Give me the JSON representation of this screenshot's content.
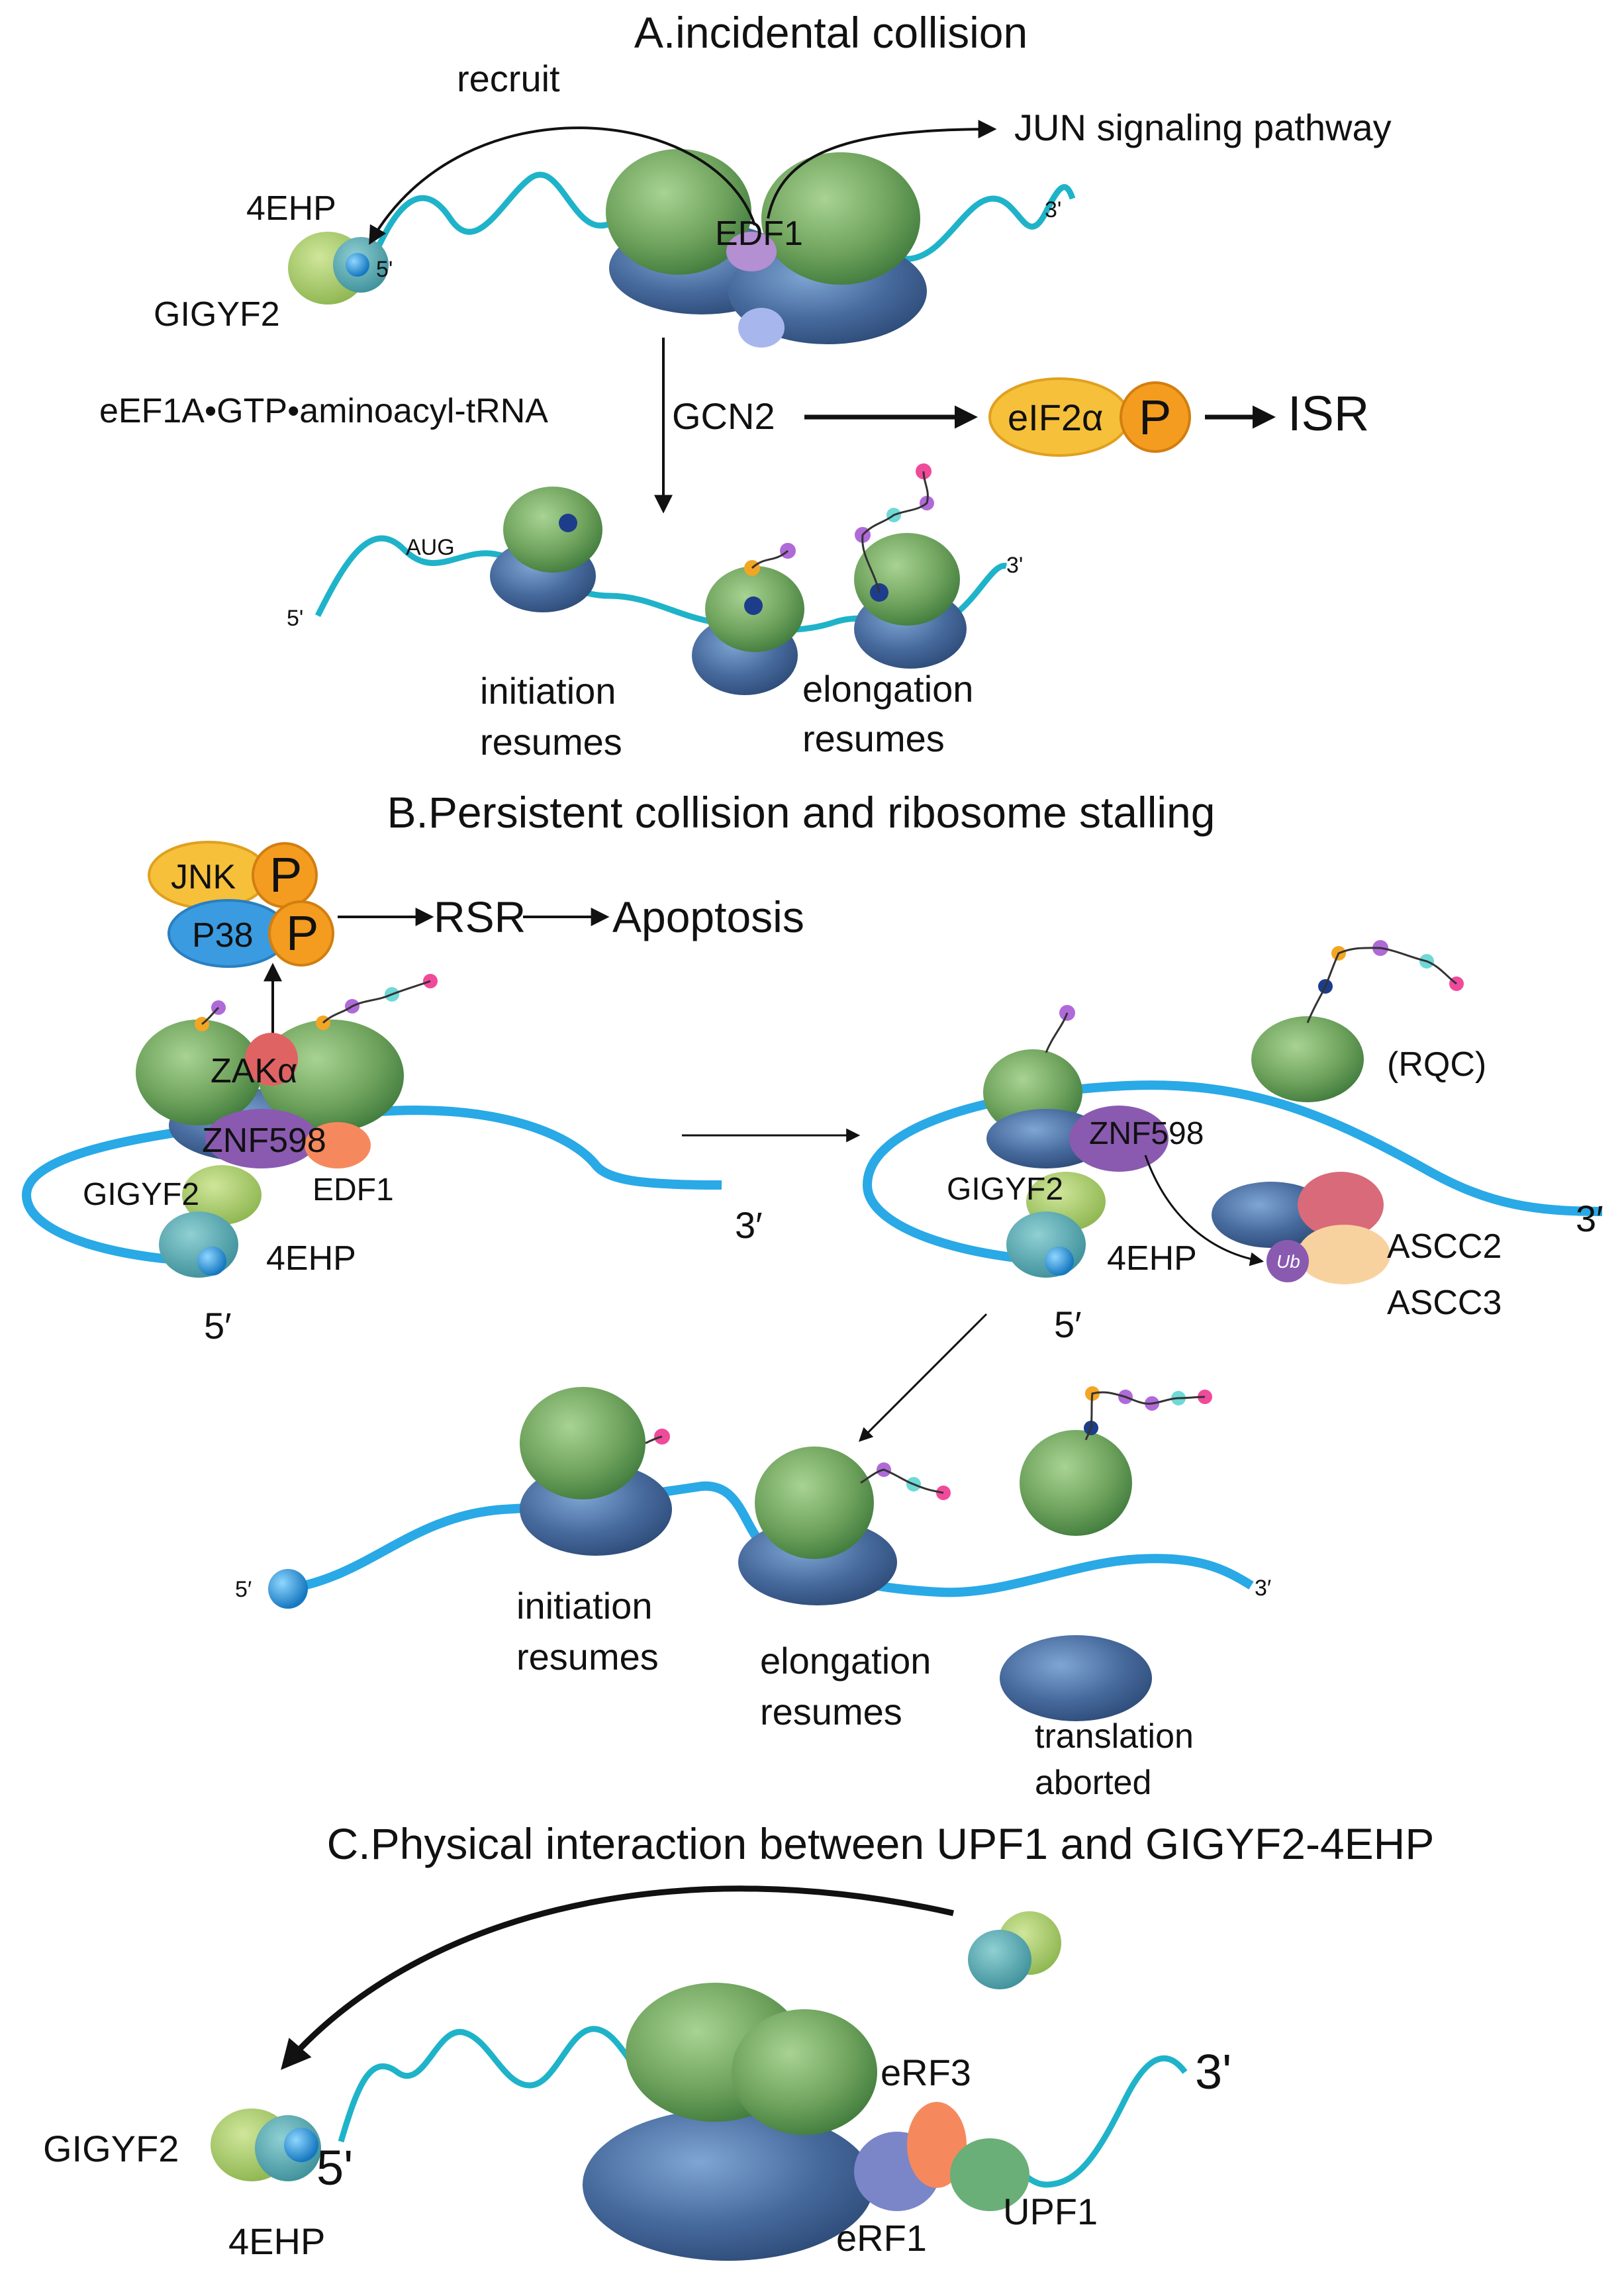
{
  "panel_a": {
    "title": "A.incidental collision",
    "recruit": "recruit",
    "jun": "JUN signaling pathway",
    "edf1": "EDF1",
    "fourehp": "4EHP",
    "gigyf2": "GIGYF2",
    "five": "5'",
    "three": "3'",
    "eef1a": "eEF1A•GTP•aminoacyl-tRNA",
    "gcn2": "GCN2",
    "eif2a": "eIF2α",
    "p": "P",
    "isr": "ISR",
    "aug": "AUG",
    "init1": "initiation",
    "init2": "resumes",
    "elong1": "elongation",
    "elong2": "resumes"
  },
  "panel_b": {
    "title": "B.Persistent collision and ribosome stalling",
    "jnk": "JNK",
    "p38": "P38",
    "p": "P",
    "rsr": "RSR",
    "apoptosis": "Apoptosis",
    "zak": "ZAKα",
    "znf598": "ZNF598",
    "gigyf2": "GIGYF2",
    "edf1": "EDF1",
    "fourehp": "4EHP",
    "five": "5′",
    "three": "3′",
    "rqc": "(RQC)",
    "ub": "Ub",
    "ascc2": "ASCC2",
    "ascc3": "ASCC3",
    "init1": "initiation",
    "init2": "resumes",
    "elong1": "elongation",
    "elong2": "resumes",
    "abort1": "translation",
    "abort2": "aborted"
  },
  "panel_c": {
    "title": "C.Physical interaction between UPF1 and GIGYF2-4EHP",
    "gigyf2": "GIGYF2",
    "fourehp": "4EHP",
    "five": "5'",
    "three": "3'",
    "erf3": "eRF3",
    "erf1": "eRF1",
    "upf1": "UPF1"
  },
  "colors": {
    "mrna_a": "#1fb3c9",
    "mrna_b": "#29a9e6",
    "small_subunit": "#4d73a6",
    "large_subunit": "#79a86a",
    "orange": "#f39c1f",
    "blue_kinase": "#3a9be0",
    "purple": "#8a5ab0"
  }
}
